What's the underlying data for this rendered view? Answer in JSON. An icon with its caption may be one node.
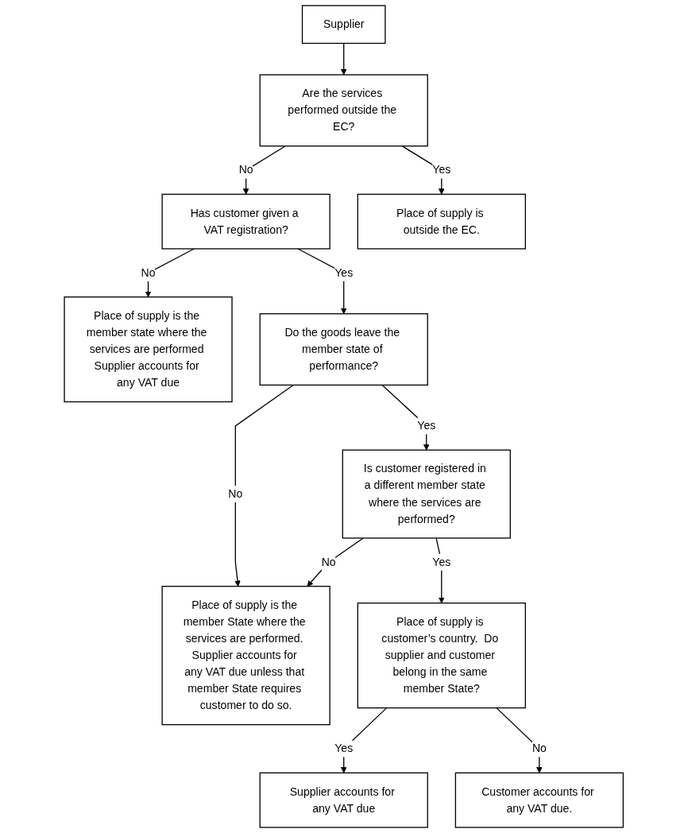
{
  "diagram": {
    "nodes": [
      {
        "text": [
          "Supplier"
        ]
      },
      {
        "text": [
          "Are the services performed outside the EC?"
        ]
      },
      {
        "text": [
          "Has customer given a VAT registration?"
        ]
      },
      {
        "text": [
          "Place of supply is the member state where the services are performed Supplier accounts for any VAT due"
        ]
      },
      {
        "text": [
          "Place of supply is outside the EC."
        ]
      },
      {
        "text": [
          "Do the goods leave the member state of performance?"
        ]
      },
      {
        "text": [
          "Place of supply is the member State where the services are performed. Supplier accounts for any VAT due unless that member State requires customer to do so."
        ]
      },
      {
        "text": [
          "Is customer registered in a different member state where the services are performed?"
        ]
      },
      {
        "text": [
          "Place of supply is customer’s country.  Do supplier and customer belong in the same member State?"
        ]
      },
      {
        "text": [
          "Supplier accounts for any VAT due"
        ]
      },
      {
        "text": [
          "Customer accounts for any VAT due."
        ]
      }
    ],
    "edges": [
      {
        "from": 0,
        "to": 1,
        "arrow": "to"
      },
      {
        "from": 1,
        "to": 2,
        "label": "No",
        "arrow": "to"
      },
      {
        "from": 2,
        "to": 3,
        "label": "No",
        "arrow": "to"
      },
      {
        "from": 1,
        "to": 4,
        "label": "Yes",
        "arrow": "to"
      },
      {
        "from": 2,
        "to": 5,
        "label": "Yes",
        "arrow": "to"
      },
      {
        "from": 5,
        "to": 6,
        "label": "No",
        "arrow": "to"
      },
      {
        "from": 5,
        "to": 7,
        "label": "Yes",
        "arrow": "to"
      },
      {
        "from": 7,
        "to": 6,
        "label": "No",
        "arrow": "to"
      },
      {
        "from": 7,
        "to": 8,
        "label": "Yes",
        "arrow": "to"
      },
      {
        "from": 8,
        "to": 9,
        "label": "Yes",
        "arrow": "to"
      },
      {
        "from": 8,
        "to": 10,
        "label": "No",
        "arrow": "to"
      }
    ]
  }
}
